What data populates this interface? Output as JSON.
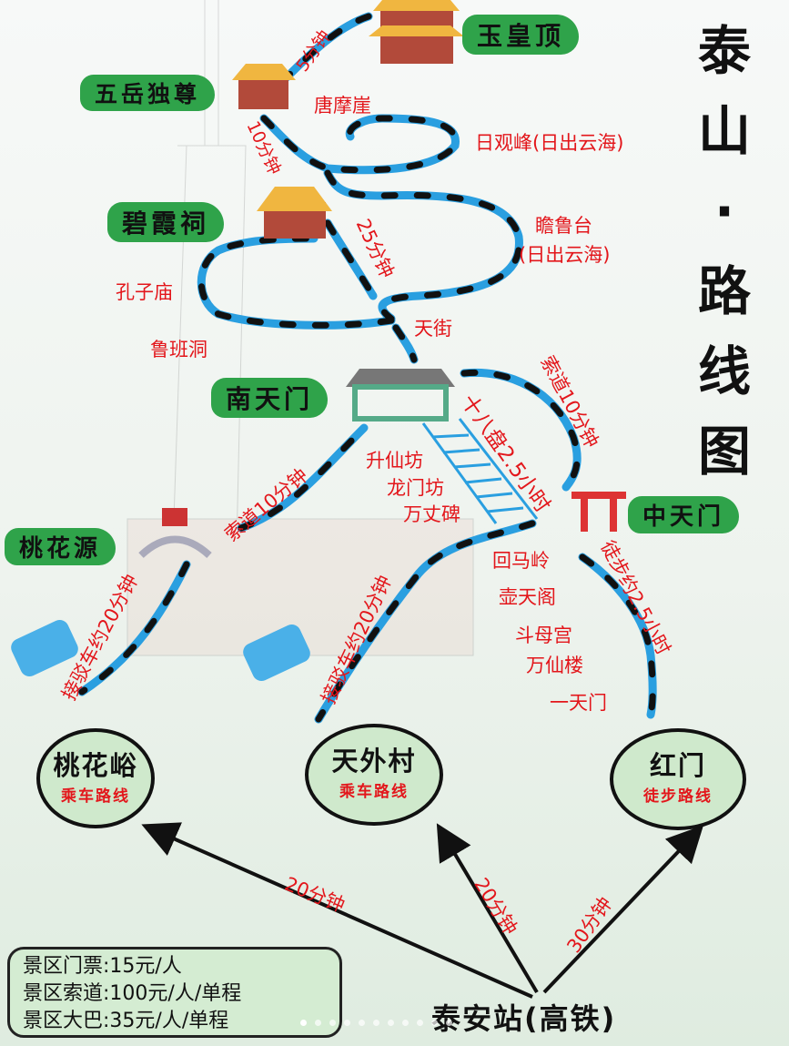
{
  "title": {
    "line1": "泰",
    "line2": "山",
    "dot": "·",
    "line3": "路",
    "line4": "线",
    "line5": "图"
  },
  "peaks": {
    "yuhuangding": "玉皇顶",
    "wuyueduzun": "五岳独尊",
    "bixiaci": "碧霞祠",
    "nantianmen": "南天门",
    "zhongtianmen": "中天门",
    "taohuayuan": "桃花源"
  },
  "spots": {
    "tangmoya": "唐摩崖",
    "riguanfeng": "日观峰(日出云海)",
    "zhanlutai": "瞻鲁台",
    "zhanlutai_note": "(日出云海)",
    "kongzimiao": "孔子庙",
    "lubandong": "鲁班洞",
    "tianjie": "天街",
    "shengxianfang": "升仙坊",
    "longmenfang": "龙门坊",
    "wanzhangbei": "万丈碑",
    "huimaling": "回马岭",
    "hutiange": "壶天阁",
    "doumugong": "斗母宫",
    "wanxianlou": "万仙楼",
    "yitianmen": "一天门"
  },
  "durations": {
    "top": "5分钟",
    "wuyue_down": "10分钟",
    "bixia": "25分钟",
    "cable_right": "索道10分钟",
    "shibapan": "十八盘2.5小时",
    "cable_left": "索道10分钟",
    "hike": "徒步约2.5小时",
    "shuttle_left": "接驳车约20分钟",
    "shuttle_mid": "接驳车约20分钟"
  },
  "entrances": [
    {
      "name": "桃花峪",
      "route": "乘车路线"
    },
    {
      "name": "天外村",
      "route": "乘车路线"
    },
    {
      "name": "红门",
      "route": "徒步路线"
    }
  ],
  "arrows": {
    "left": "20分钟",
    "mid": "20分钟",
    "right": "30分钟"
  },
  "station": "泰安站(高铁)",
  "info": [
    "景区门票:15元/人",
    "景区索道:100元/人/单程",
    "景区大巴:35元/人/单程"
  ],
  "colors": {
    "route": "#2a9fe0",
    "label_red": "#e3161b",
    "brush_green": "#2fa34a"
  }
}
